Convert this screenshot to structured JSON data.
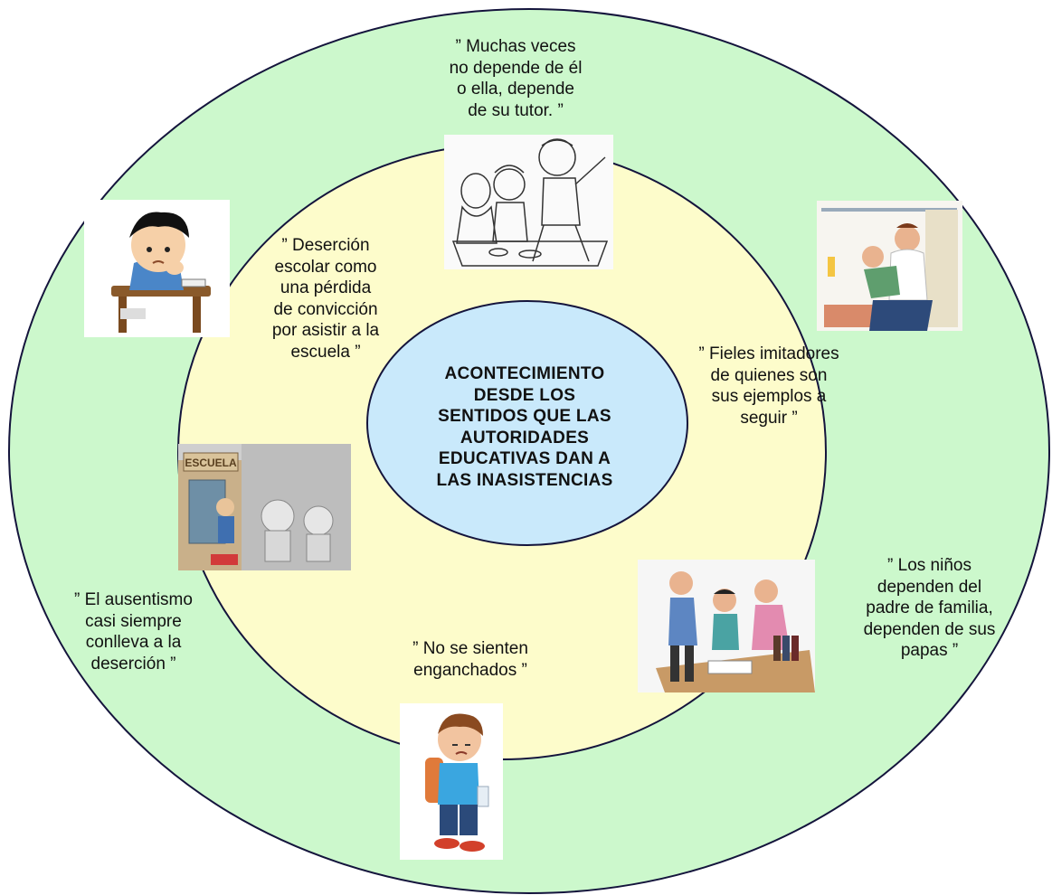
{
  "colors": {
    "outer_ring": "#ccf8cc",
    "middle_ring": "#fdfccb",
    "center_circle": "#c9e9fb",
    "stroke": "#14143c"
  },
  "center": {
    "text": "ACONTECIMIENTO\nDESDE LOS\nSENTIDOS QUE LAS\nAUTORIDADES\nEDUCATIVAS DAN A\nLAS INASISTENCIAS"
  },
  "quotes": {
    "tutor": "” Muchas veces\nno depende de él\no ella, depende\nde su tutor. ”",
    "desercion": "” Deserción\nescolar como\nuna pérdida\nde convicción\npor asistir a la\nescuela ”",
    "imitadores": "” Fieles imitadores\nde quienes son\nsus ejemplos a\nseguir ”",
    "ninos": "” Los niños\ndependen del\npadre de familia,\ndependen de sus\npapas ”",
    "enganchados": "” No se sienten\nenganchados ”",
    "ausentismo": "” El ausentismo\ncasi siempre\nconlleva a la\ndeserción  ”"
  },
  "images": {
    "sketch_children_table": "sketch-illustration",
    "sad_boy_desk": "boy-at-desk-illustration",
    "school_door": "escuela-illustration",
    "school_door_sign": "ESCUELA",
    "father_child": "father-and-child-illustration",
    "family_homework": "family-homework-illustration",
    "sad_boy_walking": "sad-boy-backpack-illustration"
  }
}
